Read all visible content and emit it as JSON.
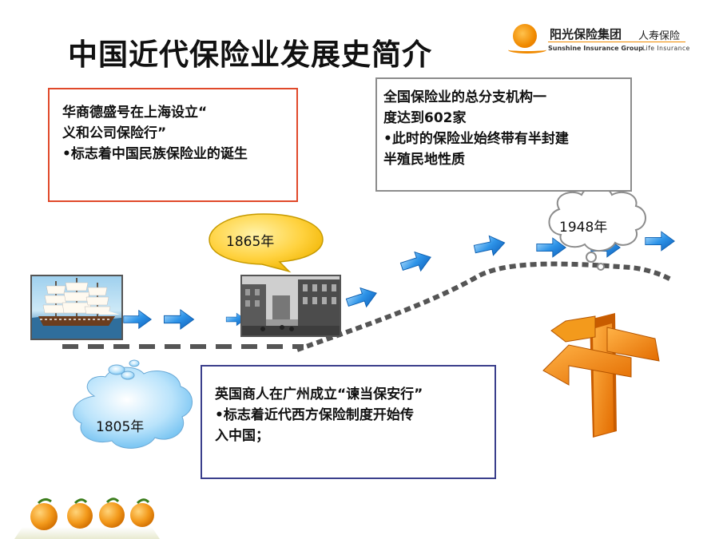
{
  "header": {
    "title": "中国近代保险业发展史简介"
  },
  "logo": {
    "group_name": "阳光保险集团",
    "life_name": "人寿保险",
    "group_en": "Sunshine Insurance Group",
    "life_en": "Life Insurance",
    "colors": {
      "brand": "#f08a00"
    }
  },
  "timeline": {
    "events": [
      {
        "year": "1805年",
        "lines": [
          "英国商人在广州成立“谏当保安行”",
          "•标志着近代西方保险制度开始传",
          "入中国；"
        ]
      },
      {
        "year": "1865年",
        "lines": [
          "华商德盛号在上海设立“",
          "义和公司保险行”",
          "•标志着中国民族保险业的诞生"
        ]
      },
      {
        "year": "1948年",
        "lines": [
          "全国保险业的总分支机构一",
          "度达到602家",
          "•此时的保险业始终带有半封建",
          "半殖民地性质"
        ]
      }
    ],
    "images": [
      "sailing-ship",
      "old-street"
    ],
    "colors": {
      "arrow": "#1f7fd6",
      "box_1805": "#3b3f8c",
      "box_1865": "#e0492a",
      "box_1948": "#8c8c8c",
      "signpost": "#f08a00"
    }
  }
}
